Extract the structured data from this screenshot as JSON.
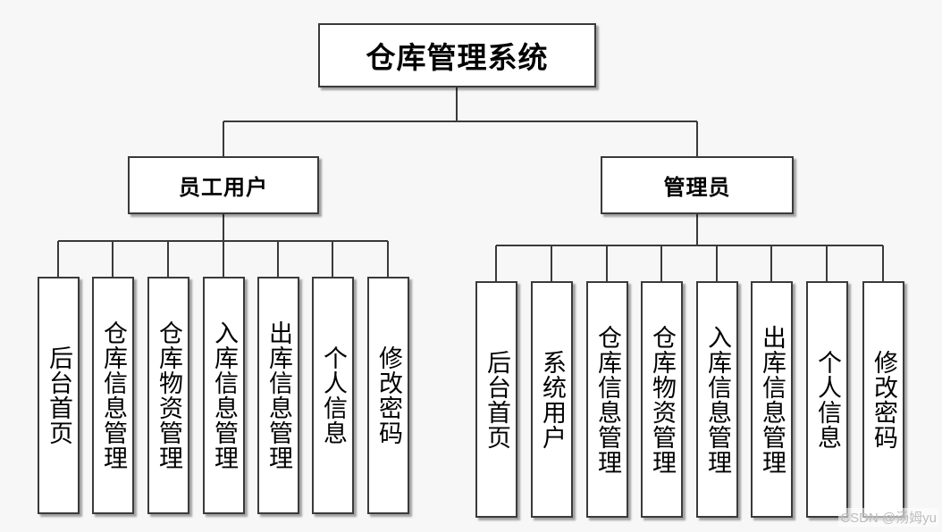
{
  "root": {
    "label": "仓库管理系统"
  },
  "branches": [
    {
      "label": "员工用户",
      "children": [
        "后台首页",
        "仓库信息管理",
        "仓库物资管理",
        "入库信息管理",
        "出库信息管理",
        "个人信息",
        "修改密码"
      ]
    },
    {
      "label": "管理员",
      "children": [
        "后台首页",
        "系统用户",
        "仓库信息管理",
        "仓库物资管理",
        "入库信息管理",
        "出库信息管理",
        "个人信息",
        "修改密码"
      ]
    }
  ],
  "watermark": "CSDN @汤姆yu",
  "colors": {
    "line": "#3a3a3a",
    "box_border": "#3a3a3a",
    "box_fill": "#ffffff",
    "background": "#f7f7f7"
  }
}
